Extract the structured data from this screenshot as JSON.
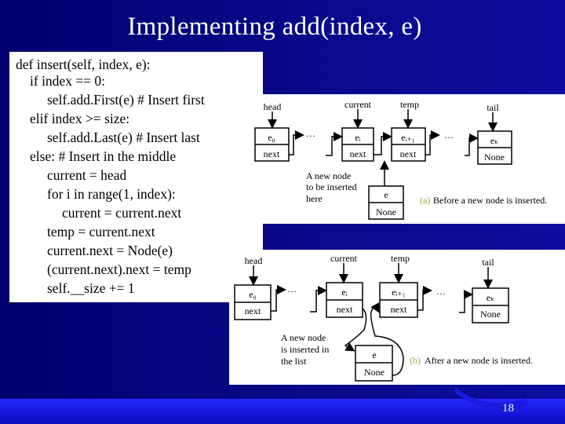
{
  "slide": {
    "title": "Implementing add(index, e)",
    "page_number": "18",
    "background_color": "#000080",
    "band_color": "#1a1aff"
  },
  "code": {
    "lines": [
      "def insert(self, index, e):",
      "if index == 0:",
      "self.add.First(e) # Insert first",
      "elif index >= size:",
      "self.add.Last(e) # Insert last",
      "else: # Insert in the middle",
      "current = head",
      "for i in range(1, index):",
      "current = current.next",
      "temp = current.next",
      "current.next = Node(e)",
      "(current.next).next = temp",
      "self.__size += 1"
    ]
  },
  "diagram_a": {
    "pointers": {
      "head": "head",
      "current": "current",
      "temp": "temp",
      "tail": "tail"
    },
    "nodes": {
      "e0": "e₀",
      "ei": "eᵢ",
      "ei1": "eᵢ₊₁",
      "ek": "eₖ",
      "e": "e"
    },
    "next": "next",
    "none": "None",
    "dots": "…",
    "note": [
      "A new node",
      "to be inserted",
      "here"
    ],
    "caption_tag": "(a)",
    "caption": "Before a new node is inserted."
  },
  "diagram_b": {
    "pointers": {
      "head": "head",
      "current": "current",
      "temp": "temp",
      "tail": "tail"
    },
    "nodes": {
      "e0": "e₀",
      "ei": "eᵢ",
      "ei1": "eᵢ₊₁",
      "ek": "eₖ",
      "e": "e"
    },
    "next": "next",
    "none": "None",
    "dots": "…",
    "note": [
      "A new node",
      "is inserted in",
      "the list"
    ],
    "caption_tag": "(b)",
    "caption": "After a new node is inserted."
  }
}
